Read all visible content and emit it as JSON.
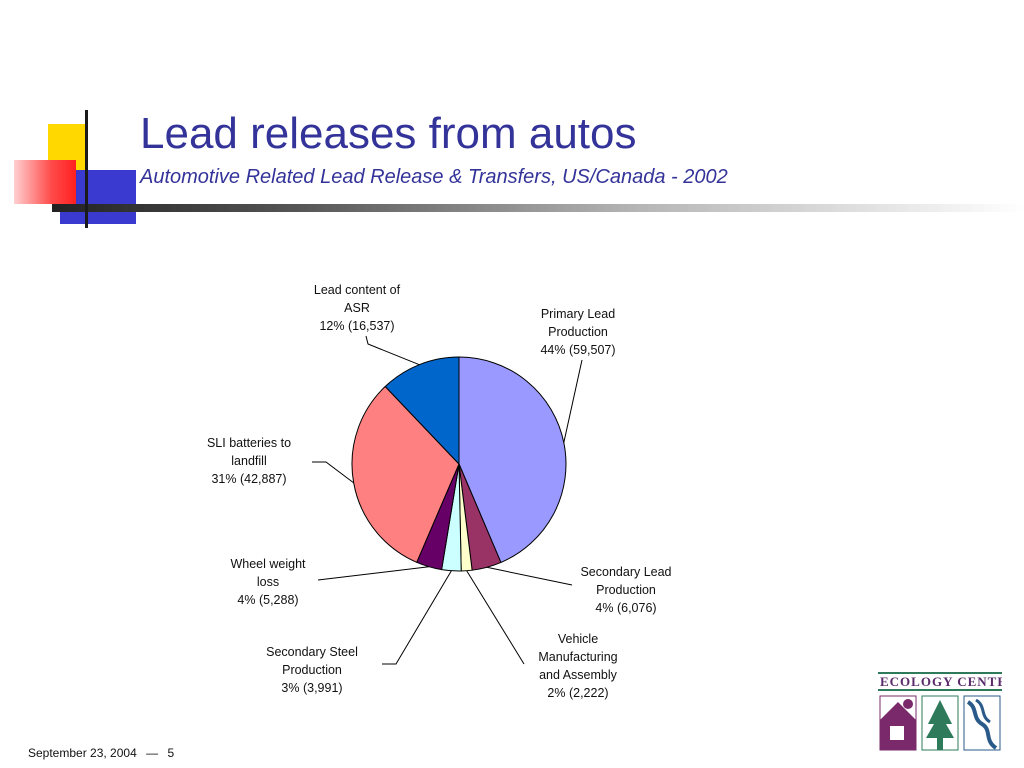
{
  "slide": {
    "title": "Lead releases from autos",
    "subtitle": "Automotive Related Lead Release & Transfers, US/Canada - 2002",
    "footer_date": "September 23, 2004",
    "footer_sep": "—",
    "page_number": "5",
    "logo_text": "ECOLOGY CENTER"
  },
  "colors": {
    "title": "#333399",
    "primary_lead": "#9999ff",
    "secondary_lead": "#993366",
    "vehicle_manufacturing": "#ffffcc",
    "secondary_steel": "#ccffff",
    "wheel_weight": "#660066",
    "sli_batteries": "#ff8080",
    "asr": "#0066cc"
  },
  "chart_data": {
    "type": "pie",
    "unit": "",
    "slices": [
      {
        "label_lines": [
          "Primary Lead",
          "Production",
          "44% (59,507)"
        ],
        "percent": 44,
        "value": 59507,
        "color": "#9999ff"
      },
      {
        "label_lines": [
          "Secondary Lead",
          "Production",
          "4% (6,076)"
        ],
        "percent": 4,
        "value": 6076,
        "color": "#993366"
      },
      {
        "label_lines": [
          "Vehicle",
          "Manufacturing",
          "and Assembly",
          "2% (2,222)"
        ],
        "percent": 2,
        "value": 2222,
        "color": "#ffffcc"
      },
      {
        "label_lines": [
          "Secondary Steel",
          "Production",
          "3% (3,991)"
        ],
        "percent": 3,
        "value": 3991,
        "color": "#ccffff"
      },
      {
        "label_lines": [
          "Wheel weight",
          "loss",
          "4% (5,288)"
        ],
        "percent": 4,
        "value": 5288,
        "color": "#660066"
      },
      {
        "label_lines": [
          "SLI batteries to",
          "landfill",
          "31% (42,887)"
        ],
        "percent": 31,
        "value": 42887,
        "color": "#ff8080"
      },
      {
        "label_lines": [
          "Lead content of",
          "ASR",
          "12% (16,537)"
        ],
        "percent": 12,
        "value": 16537,
        "color": "#0066cc"
      }
    ],
    "legend": "none"
  }
}
